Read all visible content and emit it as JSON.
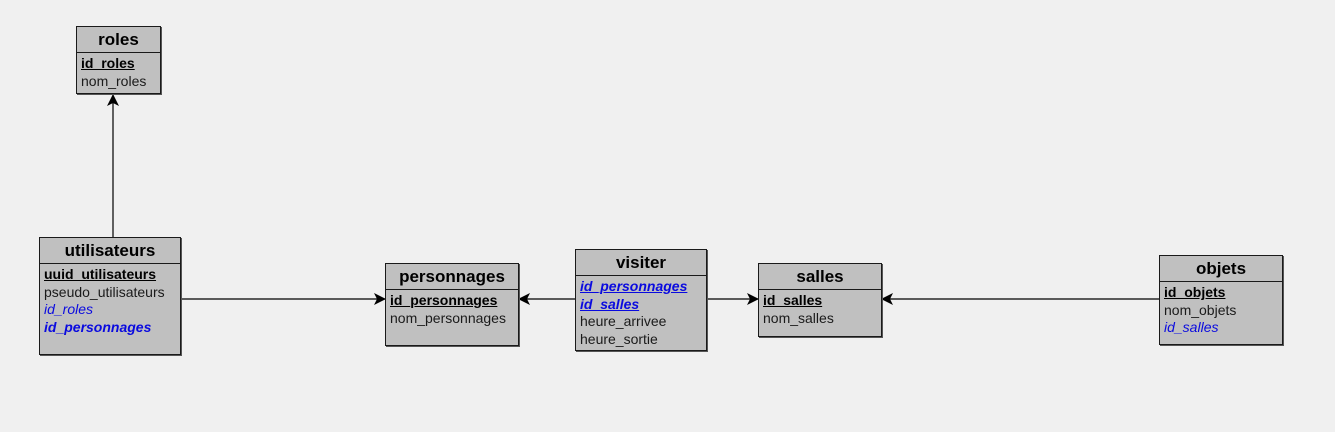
{
  "tables": {
    "roles": {
      "title": "roles",
      "fields": [
        {
          "name": "id_roles",
          "pk": true,
          "fk": false
        },
        {
          "name": "nom_roles",
          "pk": false,
          "fk": false
        }
      ]
    },
    "utilisateurs": {
      "title": "utilisateurs",
      "fields": [
        {
          "name": "uuid_utilisateurs",
          "pk": true,
          "fk": false
        },
        {
          "name": "pseudo_utilisateurs",
          "pk": false,
          "fk": false
        },
        {
          "name": "id_roles",
          "pk": false,
          "fk": true
        },
        {
          "name": "id_personnages",
          "pk": false,
          "fk": true,
          "bold": true
        }
      ]
    },
    "personnages": {
      "title": "personnages",
      "fields": [
        {
          "name": "id_personnages",
          "pk": true,
          "fk": false
        },
        {
          "name": "nom_personnages",
          "pk": false,
          "fk": false
        }
      ]
    },
    "visiter": {
      "title": "visiter",
      "fields": [
        {
          "name": "id_personnages",
          "pk": true,
          "fk": true
        },
        {
          "name": "id_salles",
          "pk": true,
          "fk": true
        },
        {
          "name": "heure_arrivee",
          "pk": false,
          "fk": false
        },
        {
          "name": "heure_sortie",
          "pk": false,
          "fk": false
        }
      ]
    },
    "salles": {
      "title": "salles",
      "fields": [
        {
          "name": "id_salles",
          "pk": true,
          "fk": false
        },
        {
          "name": "nom_salles",
          "pk": false,
          "fk": false
        }
      ]
    },
    "objets": {
      "title": "objets",
      "fields": [
        {
          "name": "id_objets",
          "pk": true,
          "fk": false
        },
        {
          "name": "nom_objets",
          "pk": false,
          "fk": false
        },
        {
          "name": "id_salles",
          "pk": false,
          "fk": true
        }
      ]
    }
  },
  "colors": {
    "background": "#f0f0f0",
    "table_fill": "#c0c0c0",
    "border": "#1a1a1a",
    "foreign_key": "#0a0adf"
  }
}
